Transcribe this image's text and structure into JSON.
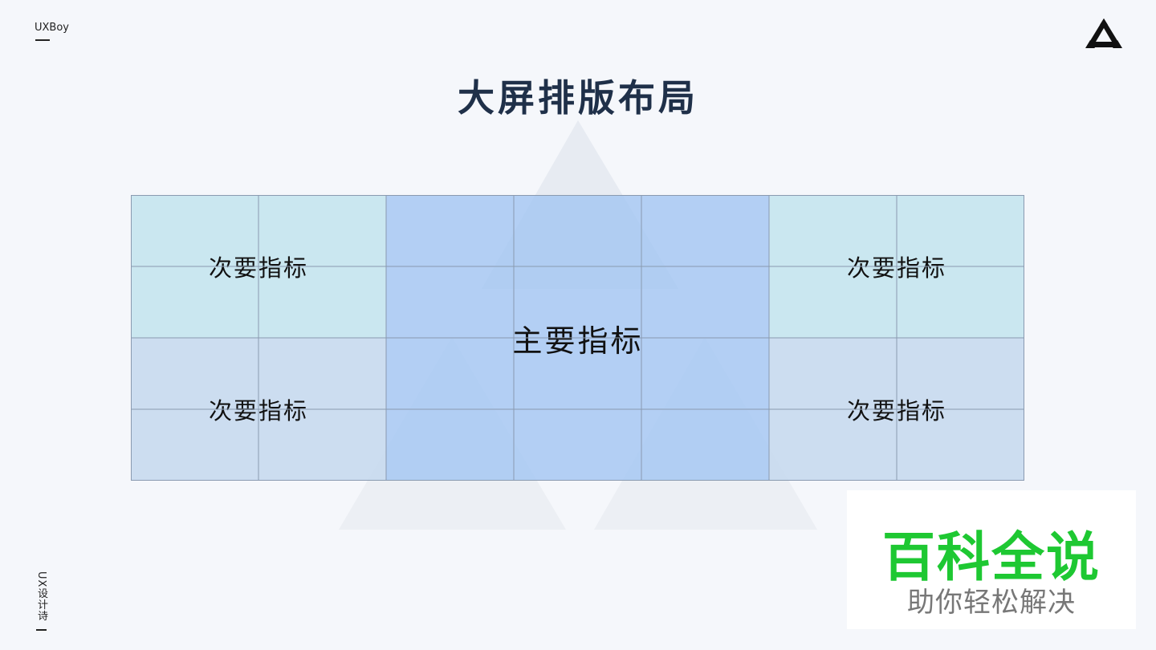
{
  "header": {
    "brand": "UXBoy",
    "logo_icon": "triangle-logo-icon",
    "title": "大屏排版布局"
  },
  "layout": {
    "top_left_label": "次要指标",
    "bottom_left_label": "次要指标",
    "main_label": "主要指标",
    "top_right_label": "次要指标",
    "bottom_right_label": "次要指标"
  },
  "footer": {
    "side_label": "UX设计诗"
  },
  "watermark": {
    "main": "百科全说",
    "sub": "助你轻松解决"
  },
  "colors": {
    "background": "#f5f7fb",
    "title": "#1f3049",
    "secondary_top": "#c4e5ee",
    "secondary_bottom": "#c6daee",
    "primary": "#a0c4f2",
    "watermark_green": "#1ec832"
  }
}
